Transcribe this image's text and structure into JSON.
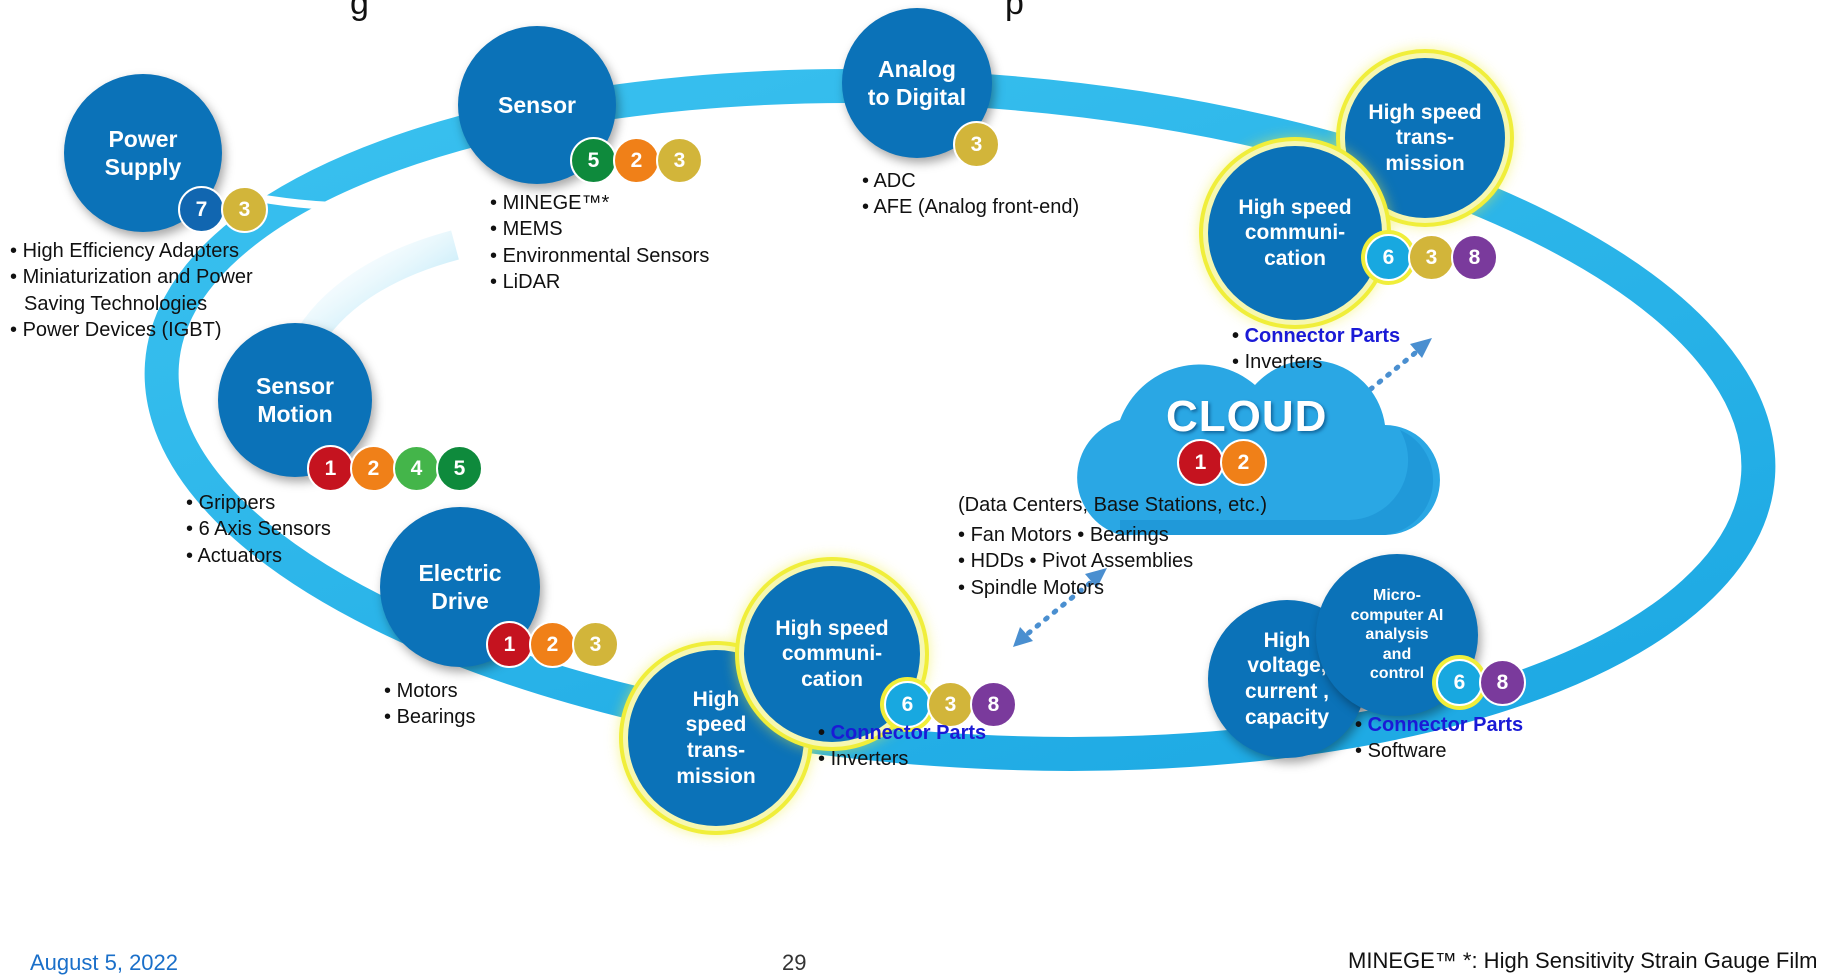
{
  "header": {
    "title_fragment": "g",
    "title_tail": "p"
  },
  "nodes": {
    "power_supply": {
      "label": "Power\nSupply",
      "badges": [
        "7",
        "3"
      ]
    },
    "sensor": {
      "label": "Sensor",
      "badges": [
        "5",
        "2",
        "3"
      ]
    },
    "analog_digital": {
      "label": "Analog\nto Digital",
      "badges": [
        "3"
      ]
    },
    "hs_trans_top": {
      "label": "High speed\ntrans-\nmission"
    },
    "hs_comm_top": {
      "label": "High speed\ncommuni-\ncation",
      "badges": [
        "6",
        "3",
        "8"
      ]
    },
    "sensor_motion": {
      "label": "Sensor\nMotion",
      "badges": [
        "1",
        "2",
        "4",
        "5"
      ]
    },
    "electric_drive": {
      "label": "Electric\nDrive",
      "badges": [
        "1",
        "2",
        "3"
      ]
    },
    "hs_trans_bottom": {
      "label": "High\nspeed\ntrans-\nmission"
    },
    "hs_comm_bottom": {
      "label": "High speed\ncommuni-\ncation",
      "badges": [
        "6",
        "3",
        "8"
      ]
    },
    "hv": {
      "label": "High\nvoltage,\ncurrent ,\ncapacity"
    },
    "micro": {
      "label": "Micro-\ncomputer AI\nanalysis\nand\ncontrol",
      "badges": [
        "6",
        "8"
      ]
    },
    "cloud": {
      "label": "CLOUD",
      "badges": [
        "1",
        "2"
      ]
    }
  },
  "lists": {
    "power": [
      "High Efficiency Adapters",
      "Miniaturization and Power",
      "Saving Technologies",
      "Power Devices (IGBT)"
    ],
    "sensor": [
      "MINEGE™*",
      "MEMS",
      "Environmental Sensors",
      "LiDAR"
    ],
    "adc": [
      "ADC",
      "AFE (Analog front-end)"
    ],
    "hs_top": [
      "Connector Parts",
      "Inverters"
    ],
    "motion": [
      "Grippers",
      "6 Axis Sensors",
      "Actuators"
    ],
    "drive": [
      "Motors",
      "Bearings"
    ],
    "hs_bottom": [
      "Connector Parts",
      "Inverters"
    ],
    "micro": [
      "Connector Parts",
      "Software"
    ],
    "cloud": {
      "header": "(Data Centers, Base Stations, etc.)",
      "items": [
        "Fan Motors • Bearings",
        "HDDs • Pivot Assemblies",
        "Spindle Motors"
      ]
    }
  },
  "footer": {
    "date": "August 5, 2022",
    "page": "29",
    "note": "MINEGE™ *: High Sensitivity Strain Gauge Film"
  },
  "colors": {
    "node": "#0b72b8",
    "ring": "#29b6ea",
    "badge_1": "#c5131f",
    "badge_2": "#f08018",
    "badge_3": "#d2b53a",
    "badge_4": "#44b54a",
    "badge_5": "#0e8a3c",
    "badge_6": "#18a8e0",
    "badge_7": "#1166b0",
    "badge_8": "#7a3a9c",
    "highlight_text": "#1a1ad6",
    "glow": "#f0ee3a",
    "date_text": "#1a6fc9"
  }
}
